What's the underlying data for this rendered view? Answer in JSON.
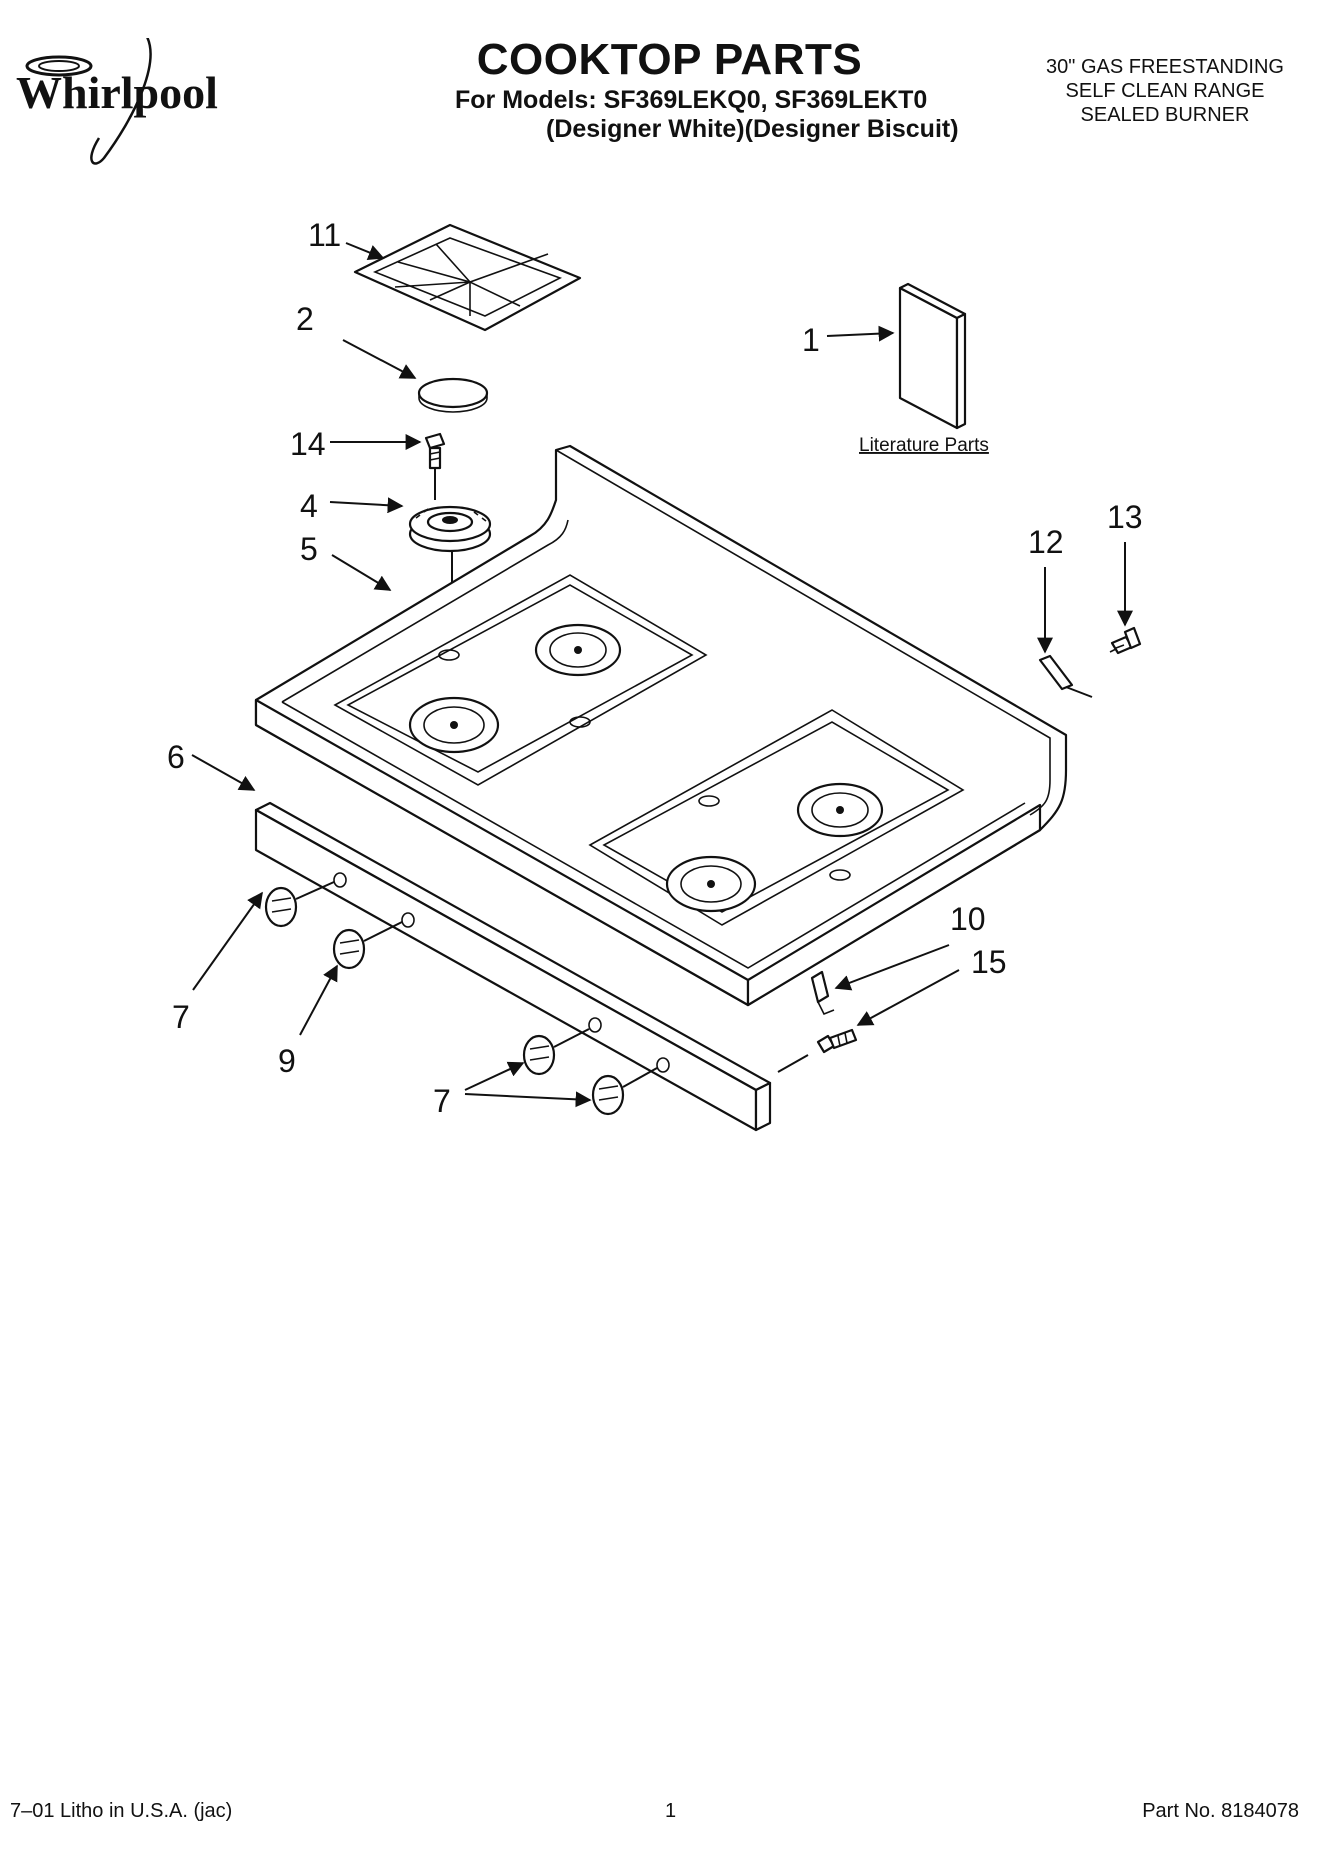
{
  "brand": "Whirlpool",
  "header": {
    "title": "COOKTOP PARTS",
    "models_line": "For Models: SF369LEKQ0, SF369LEKT0",
    "variants_line": "(Designer White)(Designer Biscuit)",
    "spec_lines": [
      "30\" GAS FREESTANDING",
      "SELF CLEAN RANGE",
      "SEALED BURNER"
    ]
  },
  "diagram": {
    "literature_label": "Literature Parts",
    "callouts": {
      "c1": "1",
      "c2": "2",
      "c4": "4",
      "c5": "5",
      "c6": "6",
      "c7a": "7",
      "c7b": "7",
      "c9": "9",
      "c10": "10",
      "c11": "11",
      "c12": "12",
      "c13": "13",
      "c14": "14",
      "c15": "15"
    }
  },
  "footer": {
    "left": "7–01 Litho in U.S.A. (jac)",
    "page": "1",
    "part_no": "Part No. 8184078"
  }
}
